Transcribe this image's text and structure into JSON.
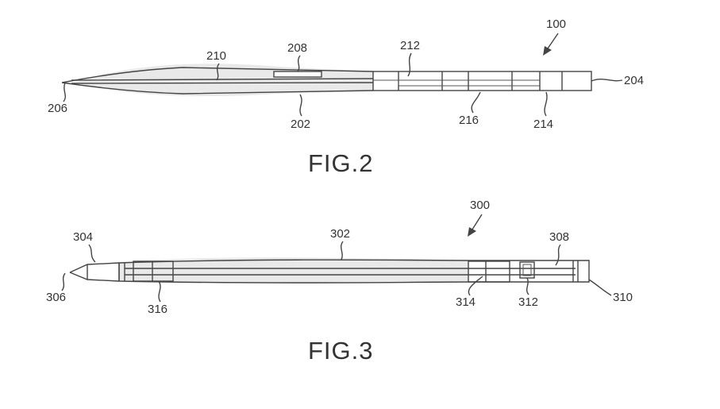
{
  "figures": [
    {
      "caption": "FIG.2",
      "refs": [
        "100",
        "204",
        "206",
        "210",
        "208",
        "212",
        "202",
        "216",
        "214"
      ]
    },
    {
      "caption": "FIG.3",
      "refs": [
        "300",
        "304",
        "302",
        "308",
        "306",
        "316",
        "314",
        "312",
        "310"
      ]
    }
  ]
}
